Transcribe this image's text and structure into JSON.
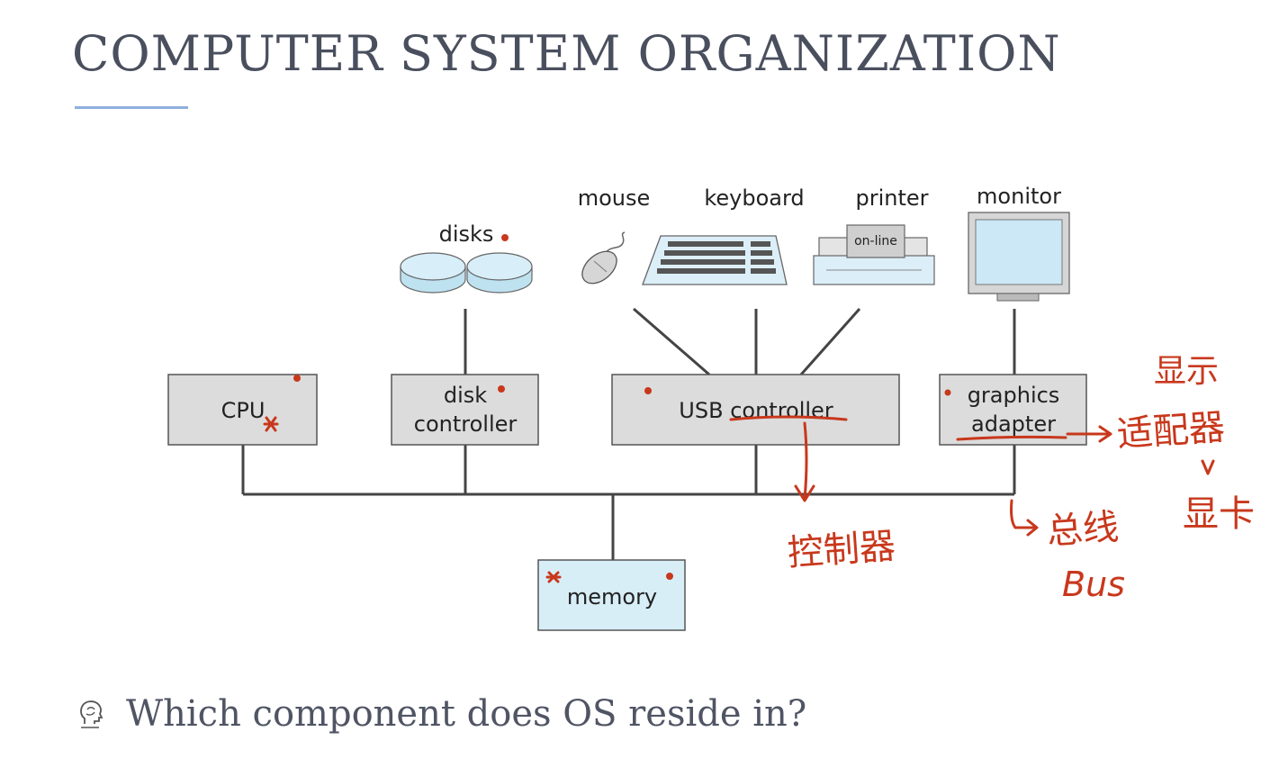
{
  "slide": {
    "title": "COMPUTER SYSTEM ORGANIZATION",
    "question": "Which component does OS reside in?"
  },
  "diagram": {
    "devices": {
      "disks": "disks",
      "mouse": "mouse",
      "keyboard": "keyboard",
      "printer": "printer",
      "printer_screen": "on-line",
      "monitor": "monitor"
    },
    "boxes": {
      "cpu": "CPU",
      "disk_controller_line1": "disk",
      "disk_controller_line2": "controller",
      "usb_controller": "USB controller",
      "graphics_adapter_line1": "graphics",
      "graphics_adapter_line2": "adapter",
      "memory": "memory"
    }
  },
  "annotations": {
    "controller_note": "控制器",
    "bus_note_cn": "总线",
    "bus_note_en": "Bus",
    "adapter_note": "显示适配器",
    "adapter_note_line1": "显示",
    "adapter_note_line2": "适配器",
    "adapter_note_sub": "显卡"
  },
  "colors": {
    "title": "#4a4f5e",
    "box_fill": "#dcdcdc",
    "box_stroke": "#555555",
    "memory_fill": "#d8eef7",
    "device_blue": "#cde9f6",
    "ink_red": "#c8381c",
    "accent_rule": "#8fb0de"
  }
}
